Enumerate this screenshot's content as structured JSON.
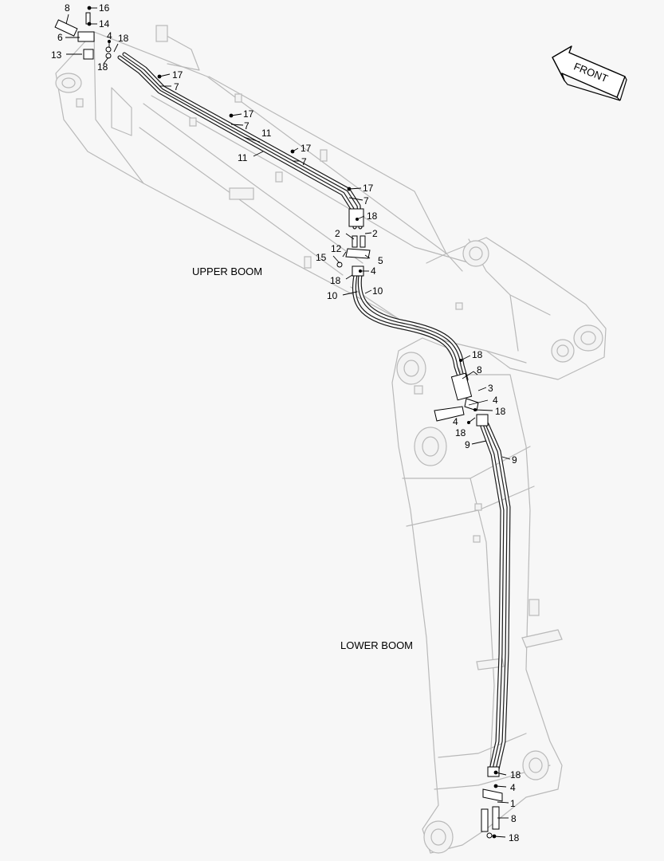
{
  "labels": {
    "upper_boom": "UPPER BOOM",
    "lower_boom": "LOWER BOOM",
    "front": "FRONT"
  },
  "callouts": [
    "8",
    "16",
    "14",
    "6",
    "4",
    "18",
    "13",
    "18",
    "17",
    "7",
    "17",
    "7",
    "11",
    "11",
    "17",
    "7",
    "17",
    "7",
    "18",
    "2",
    "2",
    "12",
    "15",
    "5",
    "18",
    "4",
    "10",
    "10",
    "18",
    "8",
    "3",
    "4",
    "18",
    "4",
    "18",
    "9",
    "9",
    "18",
    "4",
    "1",
    "8",
    "18"
  ],
  "colors": {
    "outline": "#b9b9b9",
    "hose": "#1a1a1a",
    "ink": "#000000"
  },
  "icons": {
    "front_arrow": "arrow-left-icon"
  }
}
